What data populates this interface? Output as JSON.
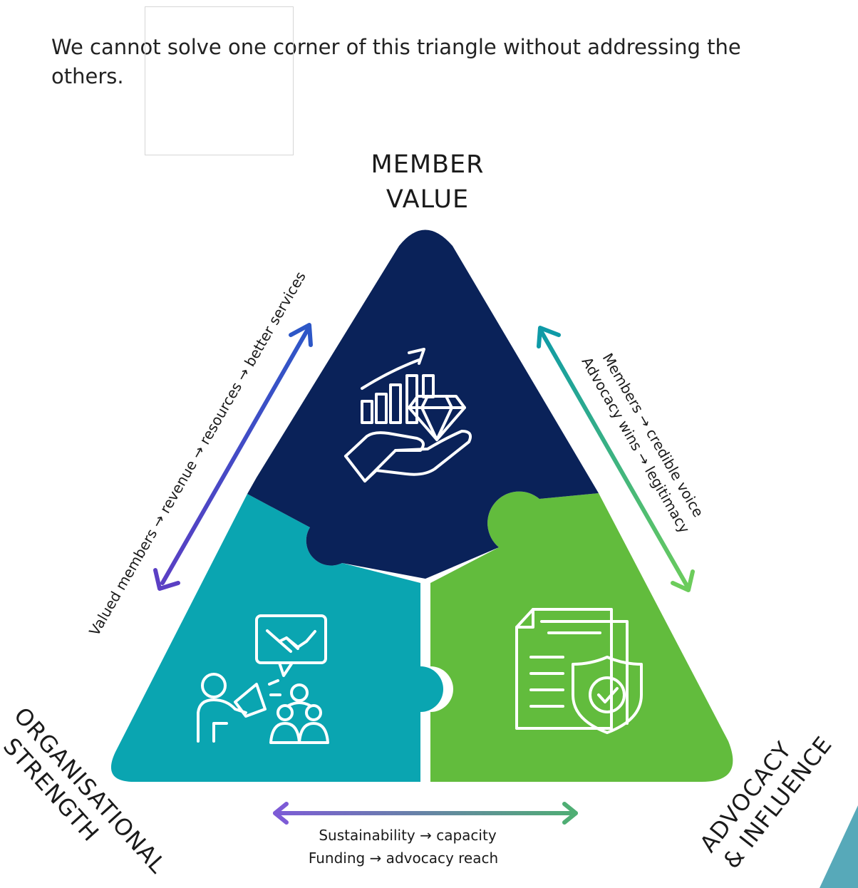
{
  "intro_text": "We cannot solve one corner of this triangle without addressing the others.",
  "corners": {
    "top": {
      "line1": "MEMBER",
      "line2": "VALUE",
      "color": "#0a2259"
    },
    "left": {
      "line1": "ORGANISATIONAL",
      "line2": "STRENGTH",
      "color": "#0aa5b1"
    },
    "right": {
      "line1": "ADVOCACY",
      "line2": "& INFLUENCE",
      "color": "#62bc3d"
    }
  },
  "links": {
    "left_edge": {
      "text": "Valued members → revenue → resources → better services",
      "color_start": "#5b3fc4",
      "color_end": "#2d57c7"
    },
    "right_edge": {
      "line1": "Members → credible voice",
      "line2": "Advocacy wins → legitimacy",
      "color_start": "#0e9aa7",
      "color_end": "#6ccc5b"
    },
    "bottom_edge": {
      "line1": "Sustainability → capacity",
      "line2": "Funding → advocacy reach",
      "color_start": "#7d5bd6",
      "color_end": "#4fae74"
    }
  },
  "icons": {
    "top": "growth-chart-diamond-hand-icon",
    "left": "advocacy-megaphone-handshake-icon",
    "right": "document-shield-check-icon"
  }
}
